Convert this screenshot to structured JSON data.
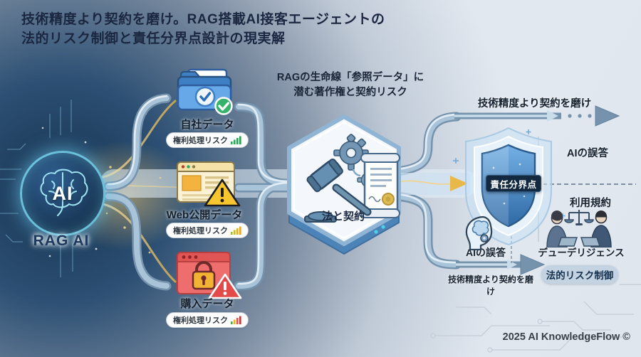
{
  "title": {
    "line1": "技術精度より契約を磨け。RAG搭載AI接客エージェントの",
    "line2": "法的リスク制御と責任分界点設計の現実解"
  },
  "rag": {
    "circle_label": "AI",
    "name": "RAG AI",
    "icon": "brain-ai-icon"
  },
  "sources": [
    {
      "label": "自社データ",
      "badge": "権利処理リスク",
      "icon": "folder-check-icon",
      "risk_level": "low",
      "risk_color": "#35a85c"
    },
    {
      "label": "Web公開データ",
      "badge": "権利処理リスク",
      "icon": "browser-warning-icon",
      "risk_level": "medium",
      "risk_color": "#e8a428"
    },
    {
      "label": "購入データ",
      "badge": "権利処理リスク",
      "icon": "browser-lock-icon",
      "risk_level": "high",
      "risk_color": "#d84040"
    }
  ],
  "center": {
    "heading_line1": "RAGの生命線「参照データ」に",
    "heading_line2": "潜む著作権と契約リスク",
    "hexagon_label": "法と契約",
    "hexagon_icons": [
      "gavel-icon",
      "gears-icon",
      "contract-scroll-icon"
    ]
  },
  "right": {
    "top_arrow_label": "技術精度より契約を磨け",
    "shield_badge": "責任分界点",
    "shield_icon": "shield-icon",
    "ai_error_top": "AIの誤答",
    "terms_label": "利用規約",
    "due_diligence_label": "デューデリジェンス",
    "legal_control_label": "法的リスク制御",
    "ai_error_bottom": "AIの誤答",
    "bottom_arrow_label": "技術精度より契約を磨け",
    "icons": [
      "head-gear-icon",
      "negotiation-scale-icon"
    ]
  },
  "footer": {
    "credit": "2025 AI KnowledgeFlow ©"
  },
  "colors": {
    "navy_text": "#1b2740",
    "steel_pipe": "#7593ad",
    "gold_accent": "#e8b84b",
    "shield_blue": "#3a79b8",
    "badge_navy": "#12293f",
    "risk_green": "#35a85c",
    "risk_yellow": "#e8a428",
    "risk_red": "#d84040",
    "background": "#e3e9f0"
  }
}
